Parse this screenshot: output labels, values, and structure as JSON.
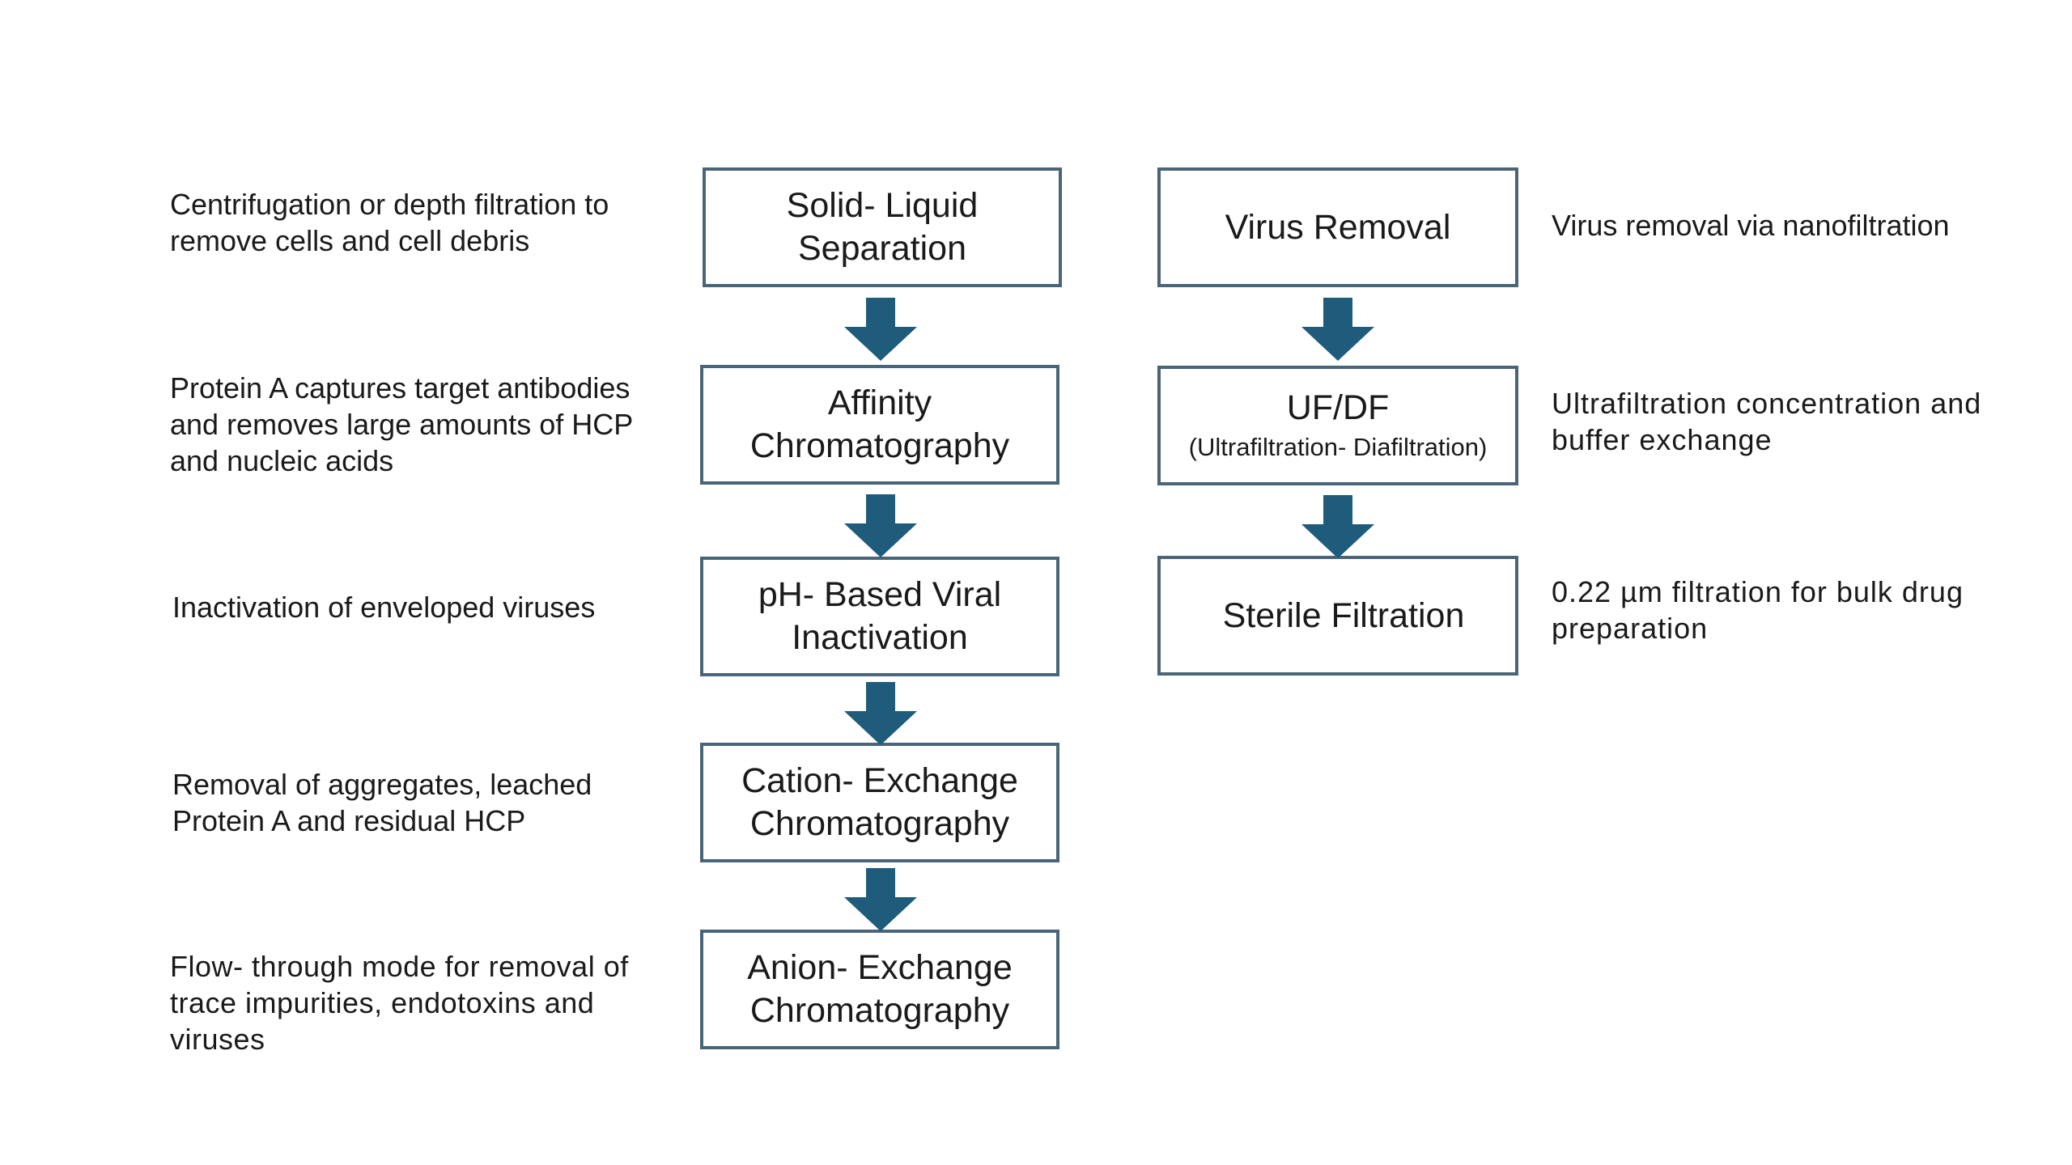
{
  "steps_left": [
    {
      "line1": "Solid-   Liquid",
      "line2": "Separation",
      "description": "Centrifugation or depth filtration to\nremove cells and cell debris"
    },
    {
      "line1": "Affinity",
      "line2": "Chromatography",
      "description": "Protein A captures target antibodies\nand removes large amounts of HCP\nand nucleic acids"
    },
    {
      "line1": "pH-   Based Viral",
      "line2": "Inactivation",
      "description": "Inactivation of enveloped viruses"
    },
    {
      "line1": "Cation-   Exchange",
      "line2": "Chromatography",
      "description": "Removal of aggregates, leached\nProtein A and residual HCP"
    },
    {
      "line1": "Anion-   Exchange",
      "line2": "Chromatography",
      "description": "Flow-   through mode for removal of\ntrace impurities, endotoxins and\nviruses"
    }
  ],
  "steps_right": [
    {
      "line1": "Virus Removal",
      "description": "Virus removal via nanofiltration"
    },
    {
      "line1": "UF/DF",
      "line2": "(Ultrafiltration-   Diafiltration)",
      "description": "Ultrafiltration concentration and\nbuffer exchange"
    },
    {
      "line1": "Sterile Filtration",
      "description": "0.22 µm filtration for bulk drug\npreparation"
    }
  ],
  "colors": {
    "box_border": "#4a6577",
    "arrow": "#1f5b7a",
    "text": "#1a1a1a"
  },
  "icons": {
    "arrow": "down-arrow-icon"
  }
}
